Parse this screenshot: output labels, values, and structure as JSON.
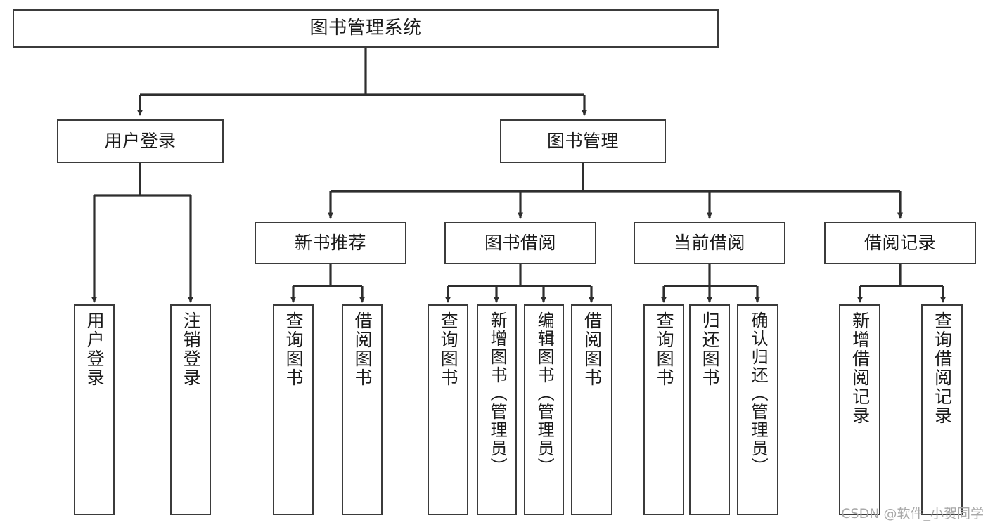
{
  "diagram": {
    "type": "tree",
    "title": "图书管理系统",
    "orientation": "top-down",
    "colors": {
      "box_border": "#3b3b3b",
      "box_fill": "#ffffff",
      "connector": "#2e2e2e",
      "text": "#1a1a1a",
      "watermark": "#a8a8a8"
    },
    "root": {
      "label": "图书管理系统"
    },
    "level2": [
      {
        "label": "用户登录"
      },
      {
        "label": "图书管理"
      }
    ],
    "level3": [
      {
        "label": "新书推荐"
      },
      {
        "label": "图书借阅"
      },
      {
        "label": "当前借阅"
      },
      {
        "label": "借阅记录"
      }
    ],
    "leaves": [
      {
        "label": "用户登录",
        "parent": "用户登录"
      },
      {
        "label": "注销登录",
        "parent": "用户登录"
      },
      {
        "label": "查询图书",
        "parent": "新书推荐"
      },
      {
        "label": "借阅图书",
        "parent": "新书推荐"
      },
      {
        "label": "查询图书",
        "parent": "图书借阅"
      },
      {
        "label": "新增图书（管理员）",
        "parent": "图书借阅"
      },
      {
        "label": "编辑图书（管理员）",
        "parent": "图书借阅"
      },
      {
        "label": "借阅图书",
        "parent": "图书借阅"
      },
      {
        "label": "查询图书",
        "parent": "当前借阅"
      },
      {
        "label": "归还图书",
        "parent": "当前借阅"
      },
      {
        "label": "确认归还（管理员）",
        "parent": "当前借阅"
      },
      {
        "label": "新增借阅记录",
        "parent": "借阅记录"
      },
      {
        "label": "查询借阅记录",
        "parent": "借阅记录"
      }
    ]
  },
  "watermark": {
    "text": "CSDN @软件_小贺同学"
  }
}
